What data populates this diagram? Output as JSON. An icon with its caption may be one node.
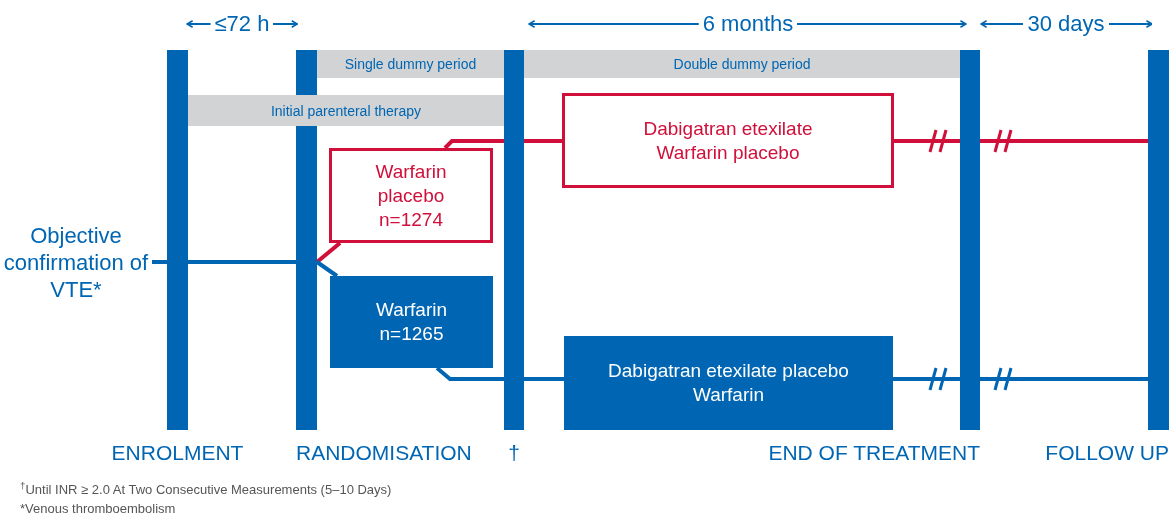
{
  "diagram": {
    "nodes": [
      {
        "text": [
          "Objective confirmation of VTE*"
        ]
      },
      {
        "text": [
          "ENROLMENT"
        ]
      },
      {
        "text": [
          "RANDOMISATION"
        ]
      },
      {
        "text": [
          "Single dummy period"
        ]
      },
      {
        "text": [
          "Double dummy period"
        ]
      },
      {
        "text": [
          "Initial parenteral therapy"
        ]
      },
      {
        "text": [
          "†"
        ]
      },
      {
        "text": [
          "Warfarin placebo n=1274"
        ]
      },
      {
        "text": [
          "Dabigatran etexilate Warfarin placebo"
        ]
      },
      {
        "text": [
          "Warfarin n=1265"
        ]
      },
      {
        "text": [
          "Dabigatran etexilate placebo Warfarin"
        ]
      },
      {
        "text": [
          "END OF TREATMENT"
        ]
      },
      {
        "text": [
          "FOLLOW UP"
        ]
      }
    ],
    "edges": [
      {
        "from": 0,
        "to": 1,
        "arrow": "none"
      },
      {
        "from": 1,
        "to": 2,
        "arrow": "none"
      },
      {
        "from": 2,
        "to": 7,
        "arrow": "none",
        "color": "#d0103a"
      },
      {
        "from": 2,
        "to": 9,
        "arrow": "none"
      },
      {
        "from": 7,
        "to": 6,
        "arrow": "none",
        "color": "#d0103a"
      },
      {
        "from": 6,
        "to": 8,
        "arrow": "none",
        "color": "#d0103a"
      },
      {
        "from": 9,
        "to": 6,
        "arrow": "none"
      },
      {
        "from": 6,
        "to": 10,
        "arrow": "none"
      },
      {
        "from": 8,
        "to": 11,
        "arrow": "none",
        "color": "#d0103a"
      },
      {
        "from": 11,
        "to": 12,
        "arrow": "none",
        "color": "#d0103a"
      },
      {
        "from": 10,
        "to": 11,
        "arrow": "none"
      },
      {
        "from": 11,
        "to": 12,
        "arrow": "none"
      }
    ],
    "labels": [
      "≤72 h",
      "6 months",
      "30 days",
      "$^{†}$Until INR ≥ 2.0 At Two Consecutive Measurements (5–10 Days)",
      "*Venous thromboembolism"
    ]
  }
}
